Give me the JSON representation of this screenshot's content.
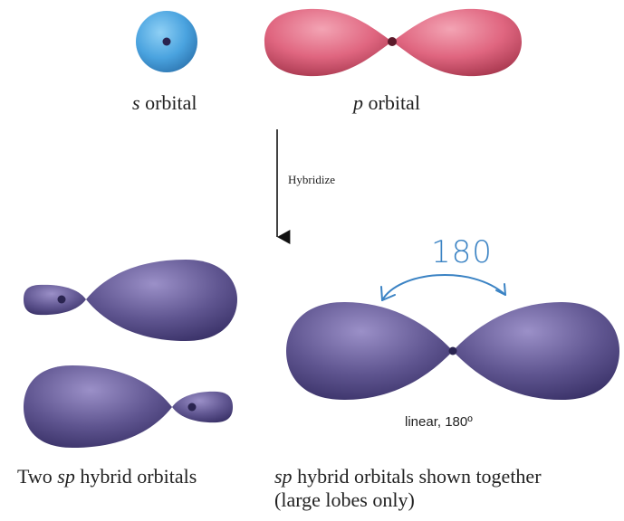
{
  "labels": {
    "s_letter": "s",
    "s_word": " orbital",
    "p_letter": "p",
    "p_word": " orbital",
    "hybridize": "Hybridize",
    "handwritten_angle": "180",
    "linear_note": "linear, 180º",
    "two_prefix": "Two ",
    "two_sp": "sp",
    "two_suffix": " hybrid orbitals",
    "together_sp": "sp",
    "together_suffix": " hybrid orbitals shown together",
    "together_line2": "(large lobes only)"
  },
  "colors": {
    "s_orbital": "#4aa3df",
    "p_orbital": "#e06680",
    "hybrid": "#5f5590",
    "nucleus": "#2a2450",
    "handwriting": "#3b83c4",
    "arrow": "#111111"
  }
}
